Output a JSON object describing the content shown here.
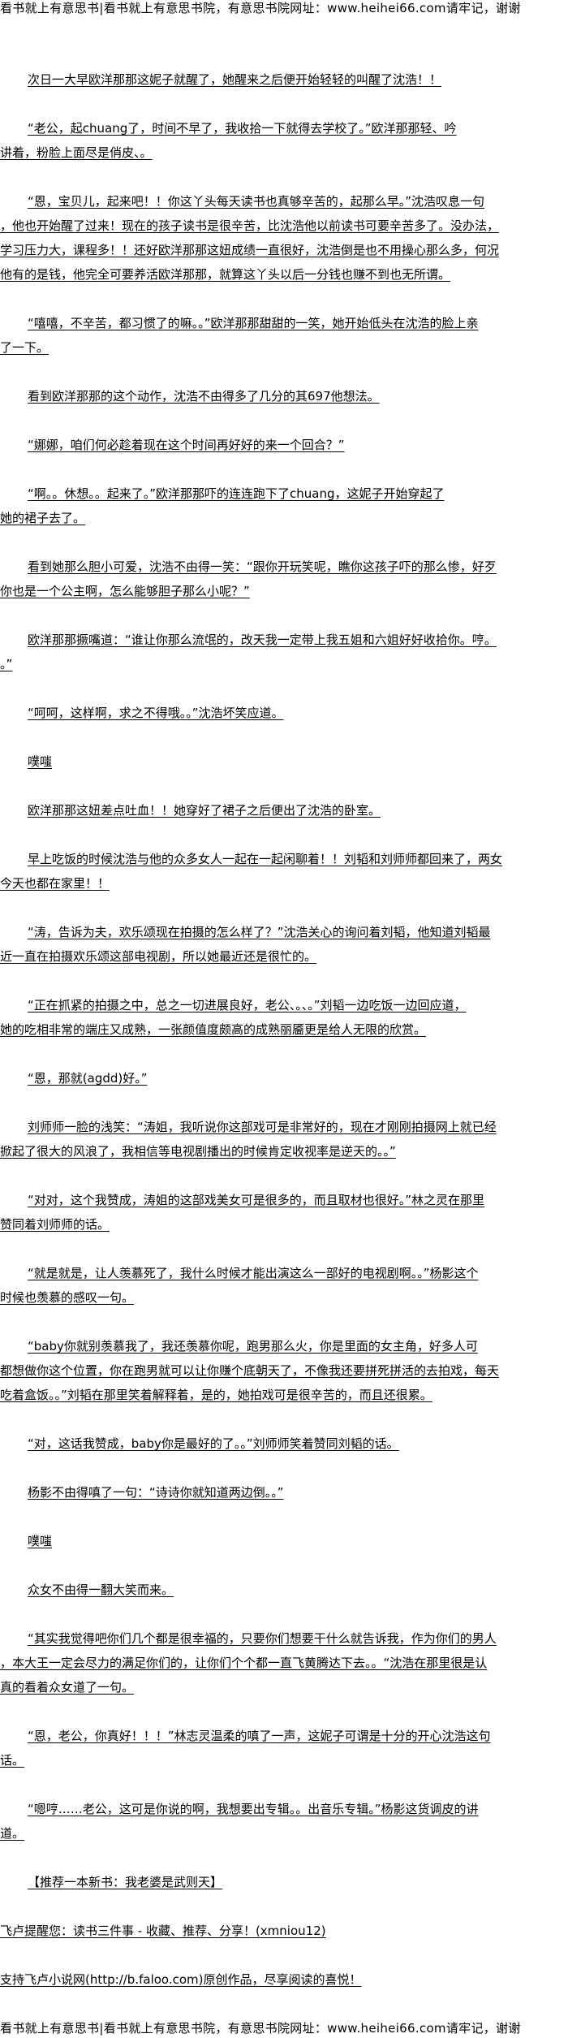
{
  "header": {
    "banner": "看书就上有意思书|看书就上有意思书院，有意思书院网址：www.heihei66.com请牢记，谢谢"
  },
  "paragraphs": [
    {
      "indent": true,
      "lines": [
        "次日一大早欧洋那那这妮子就醒了，她醒来之后便开始轻轻的叫醒了沈浩！！"
      ]
    },
    {
      "indent": true,
      "lines": [
        "“老公，起chuang了，时间不早了，我收拾一下就得去学校了。”欧洋那那轻、吟",
        "讲着，粉脸上面尽是俏皮、。"
      ]
    },
    {
      "indent": true,
      "lines": [
        "“恩，宝贝儿，起来吧！！你这丫头每天读书也真够辛苦的，起那么早。”沈浩叹息一句",
        "，他也开始醒了过来！现在的孩子读书是很辛苦，比沈浩他以前读书可要辛苦多了。没办法，",
        "学习压力大，课程多！！还好欧洋那那这妞成绩一直很好，沈浩倒是也不用操心那么多，何况",
        "他有的是钱，他完全可要养活欧洋那那，就算这丫头以后一分钱也赚不到也无所谓。"
      ]
    },
    {
      "indent": true,
      "lines": [
        "“嘻嘻，不辛苦，都习惯了的嘛。。”欧洋那那甜甜的一笑，她开始低头在沈浩的脸上亲",
        "了一下。"
      ]
    },
    {
      "indent": true,
      "lines": [
        "看到欧洋那那的这个动作，沈浩不由得多了几分的其697他想法。"
      ]
    },
    {
      "indent": true,
      "lines": [
        "“娜娜，咱们何必趁着现在这个时间再好好的来一个回合？”"
      ]
    },
    {
      "indent": true,
      "lines": [
        "“啊。。休想。。起来了。”欧洋那那吓的连连跑下了chuang，这妮子开始穿起了",
        "她的裙子去了。"
      ]
    },
    {
      "indent": true,
      "lines": [
        "看到她那么胆小可爱，沈浩不由得一笑：“跟你开玩笑呢，瞧你这孩子吓的那么惨，好歹",
        "你也是一个公主啊，怎么能够胆子那么小呢？”"
      ]
    },
    {
      "indent": true,
      "lines": [
        "欧洋那那撅嘴道：“谁让你那么流氓的，改天我一定带上我五姐和六姐好好收拾你。哼。",
        "。”"
      ]
    },
    {
      "indent": true,
      "lines": [
        "“呵呵，这样啊，求之不得哦。。”沈浩坏笑应道。"
      ]
    },
    {
      "indent": true,
      "lines": [
        "噗嗤"
      ]
    },
    {
      "indent": true,
      "lines": [
        "欧洋那那这妞差点吐血！！她穿好了裙子之后便出了沈浩的卧室。"
      ]
    },
    {
      "indent": true,
      "lines": [
        "早上吃饭的时候沈浩与他的众多女人一起在一起闲聊着！！刘韬和刘师师都回来了，两女",
        "今天也都在家里！！"
      ]
    },
    {
      "indent": true,
      "lines": [
        "“涛，告诉为夫，欢乐颂现在拍摄的怎么样了？”沈浩关心的询问着刘韬，他知道刘韬最",
        "近一直在拍摄欢乐颂这部电视剧，所以她最近还是很忙的。"
      ]
    },
    {
      "indent": true,
      "lines": [
        "“正在抓紧的拍摄之中，总之一切进展良好，老公、。、。”刘韬一边吃饭一边回应道，",
        "她的吃相非常的端庄又成熟，一张颜值度颇高的成熟丽靥更是给人无限的欣赏。"
      ]
    },
    {
      "indent": true,
      "lines": [
        "“恩，那就(agdd)好。”"
      ]
    },
    {
      "indent": true,
      "lines": [
        "刘师师一脸的浅笑：“涛姐，我听说你这部戏可是非常好的，现在才刚刚拍摄网上就已经",
        "掀起了很大的风浪了，我相信等电视剧播出的时候肯定收视率是逆天的。。”"
      ]
    },
    {
      "indent": true,
      "lines": [
        "“对对，这个我赞成，涛姐的这部戏美女可是很多的，而且取材也很好。”林之灵在那里",
        "赞同着刘师师的话。"
      ]
    },
    {
      "indent": true,
      "lines": [
        "“就是就是，让人羡慕死了，我什么时候才能出演这么一部好的电视剧啊。。”杨影这个",
        "时候也羡慕的感叹一句。"
      ]
    },
    {
      "indent": true,
      "lines": [
        "“baby你就别羡慕我了，我还羡慕你呢，跑男那么火，你是里面的女主角，好多人可",
        "都想做你这个位置，你在跑男就可以让你赚个底朝天了，不像我还要拼死拼活的去拍戏，每天",
        "吃着盒饭。。”刘韬在那里笑着解释着，是的，她拍戏可是很辛苦的，而且还很累。"
      ]
    },
    {
      "indent": true,
      "lines": [
        "“对，这话我赞成，baby你是最好的了。。”刘师师笑着赞同刘韬的话。"
      ]
    },
    {
      "indent": true,
      "lines": [
        "杨影不由得嗔了一句：“诗诗你就知道两边倒。。”"
      ]
    },
    {
      "indent": true,
      "lines": [
        "噗嗤"
      ]
    },
    {
      "indent": true,
      "lines": [
        "众女不由得一翻大笑而来。"
      ]
    },
    {
      "indent": true,
      "lines": [
        "“其实我觉得吧你们几个都是很幸福的，只要你们想要干什么就告诉我，作为你们的男人",
        "，本大王一定会尽力的满足你们的，让你们个个都一直飞黄腾达下去。。“沈浩在那里很是认",
        "真的看着众女道了一句。"
      ]
    },
    {
      "indent": true,
      "lines": [
        "“恩，老公，你真好！！！”林志灵温柔的嗔了一声，这妮子可谓是十分的开心沈浩这句",
        "话。"
      ]
    },
    {
      "indent": true,
      "lines": [
        "“嗯哼……老公，这可是你说的啊，我想要出专辑。。出音乐专辑。”杨影这货调皮的讲",
        "道。"
      ]
    },
    {
      "indent": true,
      "lines": [
        "【推荐一本新书：我老婆是武则天】"
      ]
    },
    {
      "indent": false,
      "lines": [
        "飞卢提醒您：读书三件事 - 收藏、推荐、分享！(xmniou12)"
      ]
    },
    {
      "indent": false,
      "lines": [
        "支持飞卢小说网(http://b.faloo.com)原创作品，尽享阅读的喜悦！"
      ]
    }
  ],
  "footer": {
    "banner": "看书就上有意思书|看书就上有意思书院，有意思书院网址：www.heihei66.com请牢记，谢谢"
  }
}
